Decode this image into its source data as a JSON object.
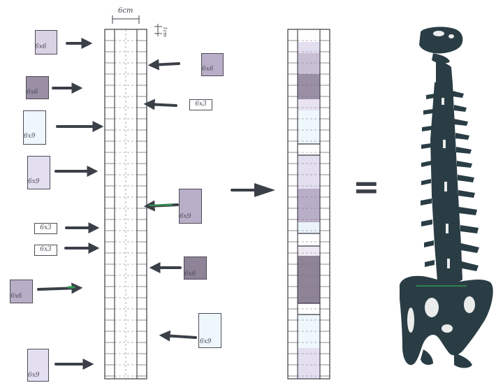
{
  "labels": {
    "width_label": "6cm",
    "tick_label": "1cm",
    "equals_sign": "="
  },
  "blocks": {
    "b1": "6x6",
    "b2": "6x6",
    "b3": "6x9",
    "b4": "6x9",
    "b5": "6x3",
    "b6": "6x3",
    "b7": "6x6",
    "b8": "6x9",
    "r1": "6x6",
    "r2": "6x3",
    "r3": "6x9",
    "r4": "6x6",
    "r5": "6x9"
  },
  "colors": {
    "ink": "#4b4b56",
    "arrow": "#3b3f48",
    "green_accent": "#2e9a4e",
    "spine": "#2a3d45",
    "shade_light": "#e4dff0",
    "shade_mid": "#b9aec7",
    "shade_dark": "#8e8397",
    "shade_pale_blue": "#eef7fc"
  },
  "icons": [
    "arrow-right-icon",
    "arrow-left-icon",
    "big-arrow-icon",
    "spine-icon"
  ]
}
